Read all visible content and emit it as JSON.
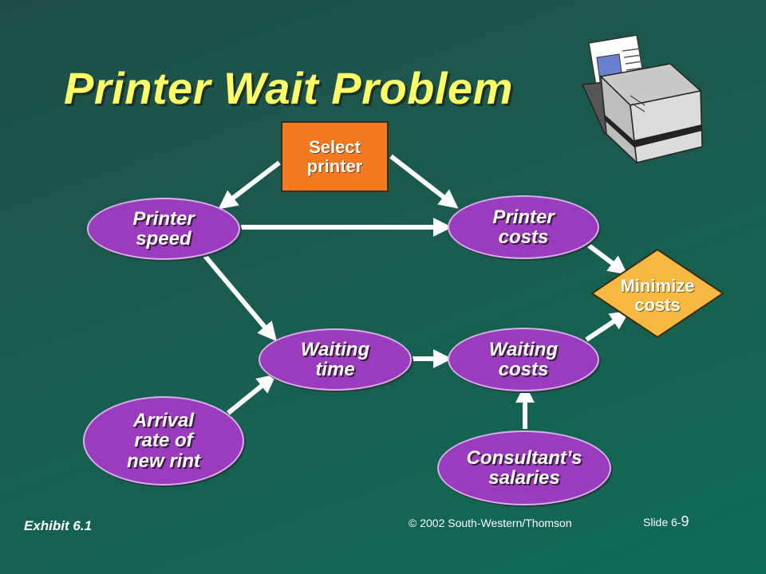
{
  "title": "Printer Wait Problem",
  "nodes": {
    "select_printer": "Select\nprinter",
    "printer_speed": "Printer\nspeed",
    "printer_costs": "Printer\ncosts",
    "minimize_costs": "Minimize\ncosts",
    "waiting_time": "Waiting\ntime",
    "waiting_costs": "Waiting\ncosts",
    "arrival_rate": "Arrival\nrate of\nnew rint",
    "consultants_salaries": "Consultant’s\nsalaries"
  },
  "colors": {
    "ellipse_fill": "#9b3bbd",
    "decision_fill": "#f47a20",
    "objective_fill": "#f5b840",
    "title_color": "#ffff66",
    "arrow_color": "#ffffff"
  },
  "footer": {
    "exhibit": "Exhibit 6.1",
    "copyright": "© 2002 South-Western/Thomson",
    "slide_prefix": "Slide 6-",
    "slide_number": "9"
  },
  "icons": {
    "printer": "printer-icon"
  }
}
